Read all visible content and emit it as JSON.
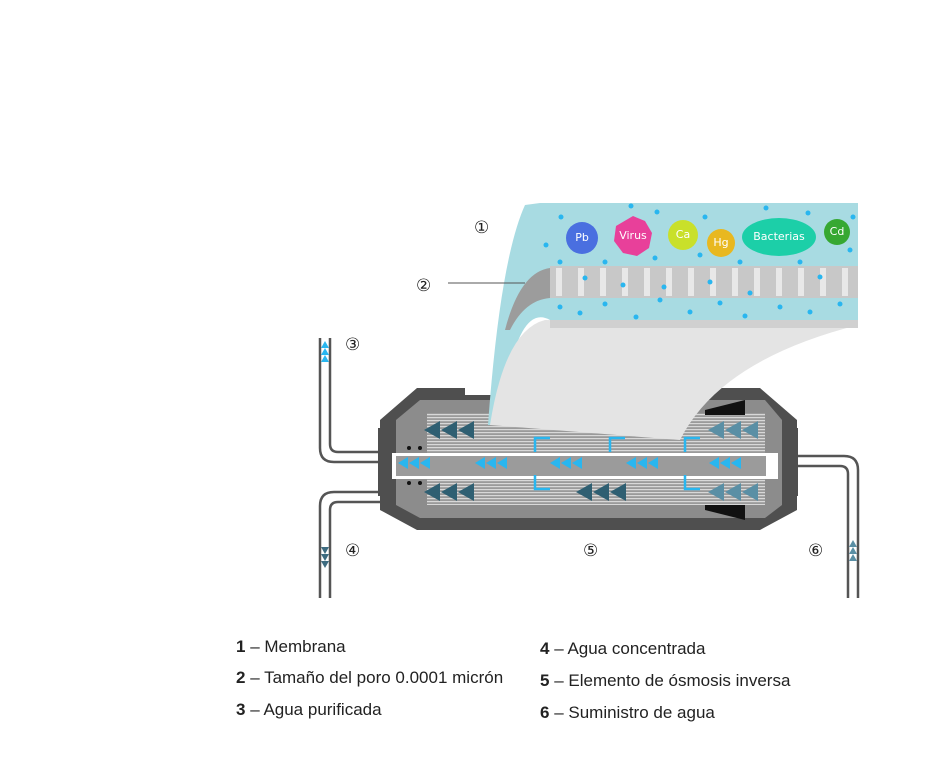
{
  "diagram": {
    "callouts": [
      "①",
      "②",
      "③",
      "④",
      "⑤",
      "⑥"
    ],
    "particles": [
      "Pb",
      "Virus",
      "Ca",
      "Hg",
      "Bacterias",
      "Cd"
    ],
    "colors": {
      "water": "#a8dbe2",
      "dots": "#29b6ef",
      "housing": "#555555",
      "pb": "#4a6fe0",
      "virus": "#e8409a",
      "ca": "#c9e02a",
      "hg": "#e8b820",
      "bacteria": "#1ccfa8",
      "cd": "#36a832"
    }
  },
  "legend": [
    {
      "num": "1",
      "dash": " – ",
      "text": "Membrana"
    },
    {
      "num": "2",
      "dash": " – ",
      "text": "Tamaño del poro 0.0001 micrón"
    },
    {
      "num": "3",
      "dash": " – ",
      "text": "Agua purificada"
    },
    {
      "num": "4",
      "dash": " – ",
      "text": "Agua concentrada"
    },
    {
      "num": "5",
      "dash": " – ",
      "text": "Elemento de ósmosis inversa"
    },
    {
      "num": "6",
      "dash": " – ",
      "text": "Suministro de agua"
    }
  ]
}
